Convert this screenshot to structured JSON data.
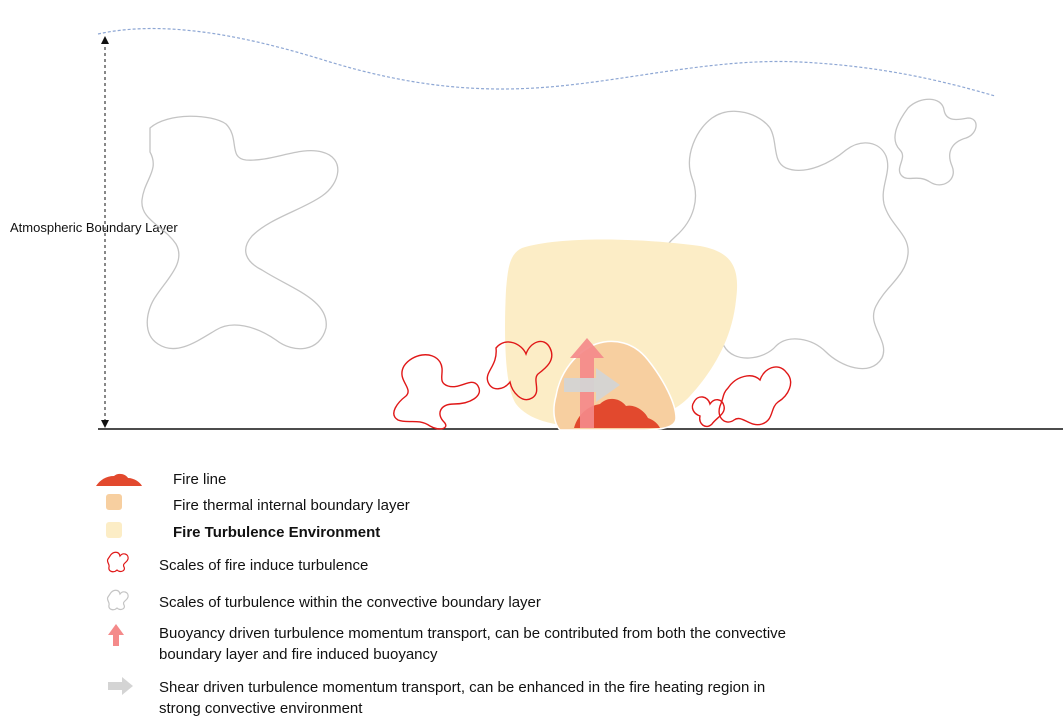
{
  "diagram": {
    "abl_label": "Atmospheric Boundary Layer",
    "colors": {
      "fire_line": "#e2492e",
      "fire_tibl": "#f7cfa0",
      "fire_turbulence_environment": "#fcedc6",
      "fire_induced_turbulence": "#e01818",
      "convective_turbulence": "#c4c4c4",
      "buoyancy_arrow": "#f48a8a",
      "shear_arrow": "#d4d4d4",
      "boundary_layer_top": "#8ea7d4"
    }
  },
  "legend": [
    {
      "icon": "fire-line-icon",
      "lines": [
        "Fire line"
      ]
    },
    {
      "icon": "fire-tibl-swatch-icon",
      "lines": [
        "Fire thermal internal boundary layer"
      ]
    },
    {
      "icon": "fire-turbulence-env-swatch-icon",
      "lines": [
        "Fire Turbulence Environment"
      ],
      "bold": true
    },
    {
      "icon": "fire-turbulence-eddy-icon",
      "lines": [
        "Scales of fire induce turbulence"
      ]
    },
    {
      "icon": "convective-eddy-icon",
      "lines": [
        "Scales of turbulence within the convective boundary layer"
      ]
    },
    {
      "icon": "buoyancy-arrow-icon",
      "lines": [
        "Buoyancy driven turbulence momentum transport, can be contributed from both the convective",
        "boundary layer and fire induced buoyancy"
      ]
    },
    {
      "icon": "shear-arrow-icon",
      "lines": [
        "Shear driven turbulence momentum transport, can be enhanced in the fire heating region in",
        "strong convective environment"
      ]
    }
  ]
}
